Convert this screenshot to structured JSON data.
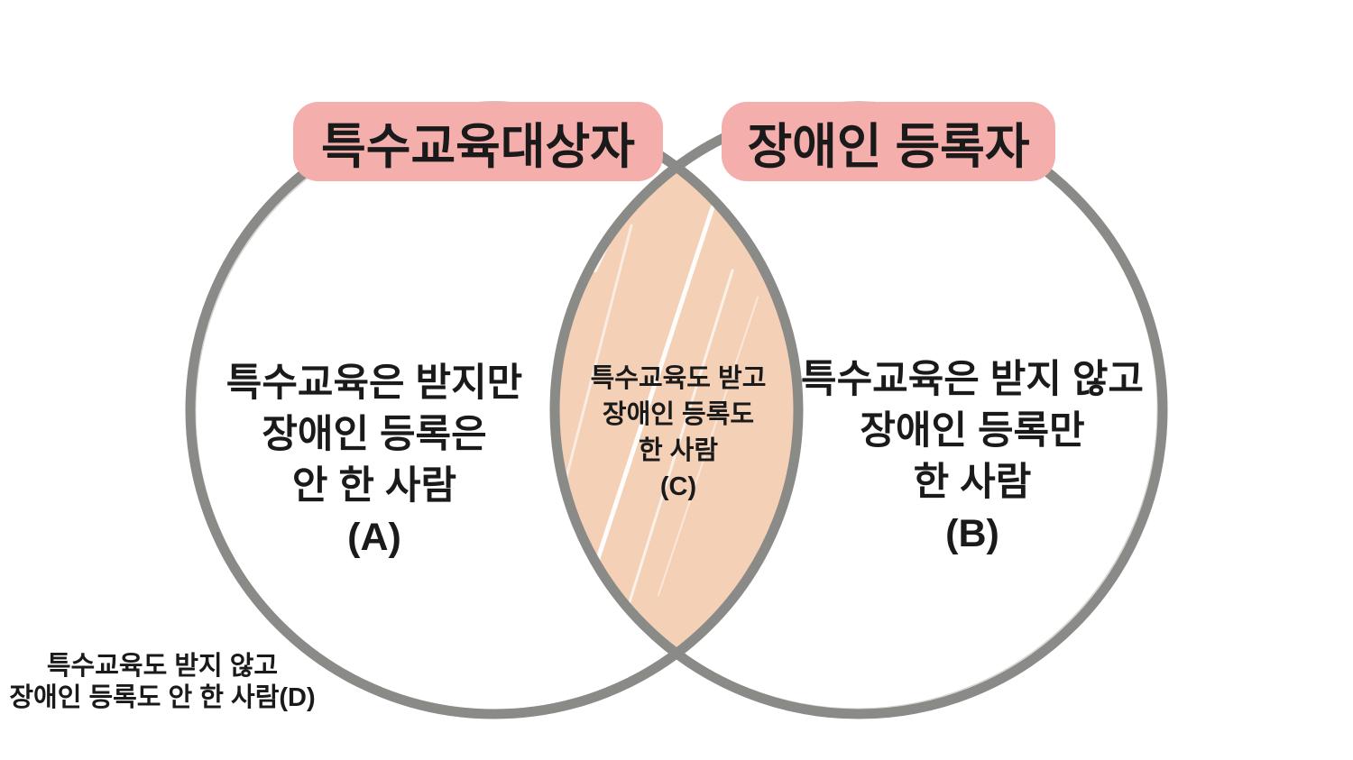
{
  "venn": {
    "left_label": "특수교육대상자",
    "right_label": "장애인 등록자",
    "set_a": {
      "lines": [
        "특수교육은 받지만",
        "장애인 등록은",
        "안 한 사람",
        "(A)"
      ]
    },
    "set_b": {
      "lines": [
        "특수교육은 받지 않고",
        "장애인 등록만",
        "한 사람",
        "(B)"
      ]
    },
    "set_c": {
      "lines": [
        "특수교육도 받고",
        "장애인 등록도",
        "한 사람",
        "(C)"
      ]
    },
    "set_d": {
      "lines": [
        "특수교육도 받지 않고",
        "장애인 등록도 안 한 사람(D)"
      ]
    },
    "colors": {
      "label_bg": "#f4aeac",
      "overlap_fill": "#f3d0b6",
      "circle_stroke": "#8a8a88",
      "text": "#1a1a1a",
      "background": "#ffffff"
    }
  }
}
